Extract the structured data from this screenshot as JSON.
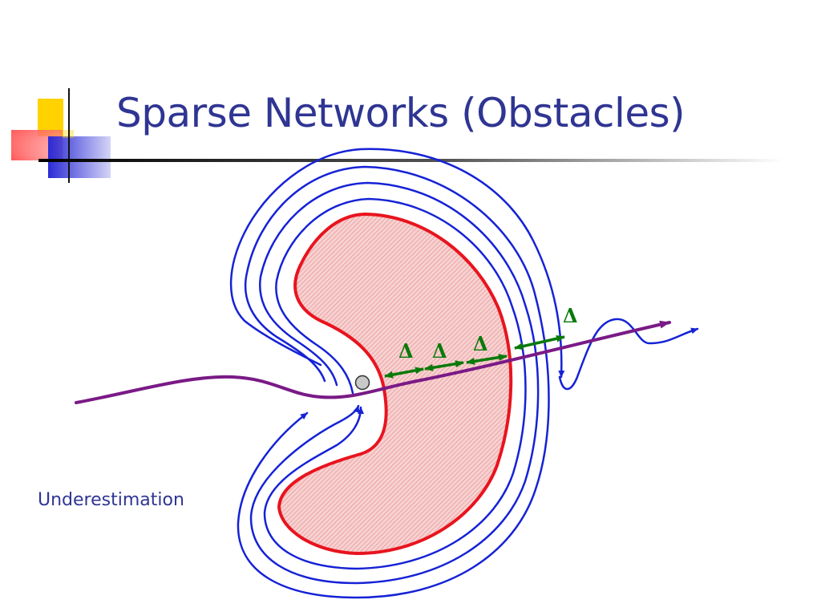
{
  "slide": {
    "title": "Sparse Networks (Obstacles)",
    "side_label": "Underestimation"
  },
  "diagram": {
    "delta_labels": [
      "Δ",
      "Δ",
      "Δ",
      "Δ"
    ],
    "colors": {
      "title": "#2f3592",
      "obstacle_outline": "#e8141e",
      "obstacle_fill": "#f4b6b6",
      "contours": "#1522d6",
      "path": "#7a1a86",
      "delta_arrows": "#0a7a0a",
      "node": "#c8c8c8"
    },
    "icons": [
      "title-decoration-icon",
      "node-marker-icon"
    ]
  }
}
